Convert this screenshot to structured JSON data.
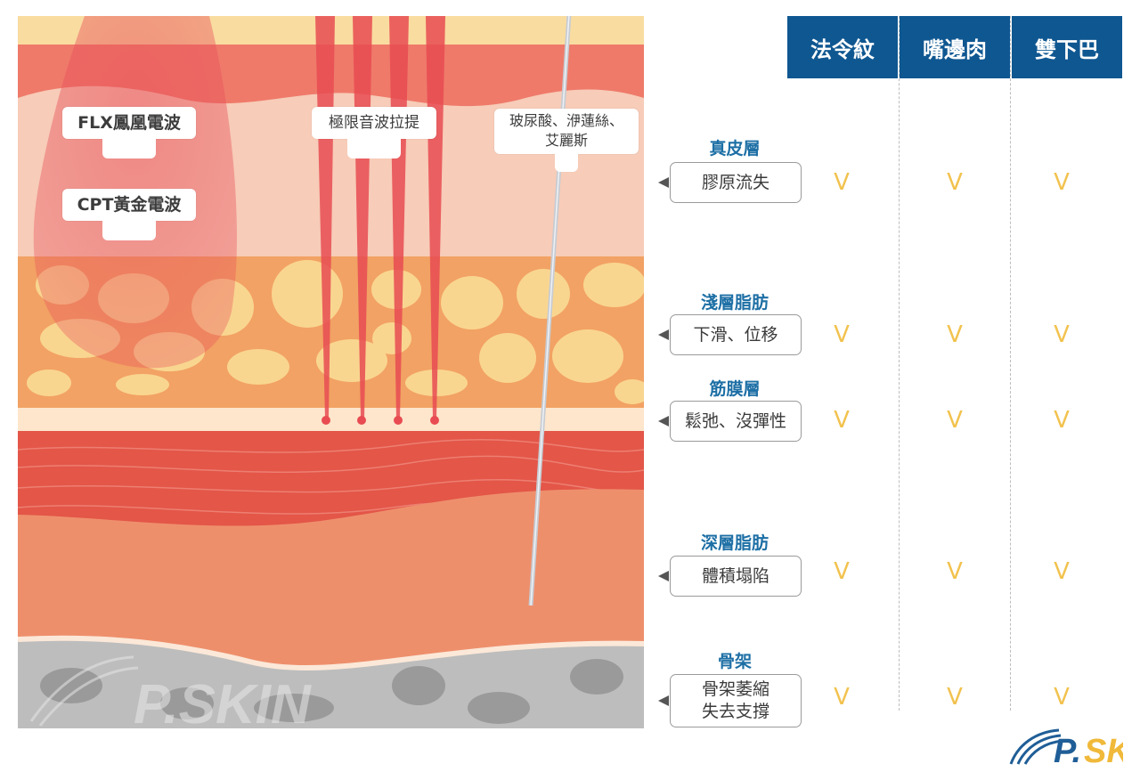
{
  "columns": [
    "法令紋",
    "嘴邊肉",
    "雙下巴"
  ],
  "treatments": {
    "flx": "FLX鳳凰電波",
    "cpt": "CPT黃金電波",
    "ultrasound": "極限音波拉提",
    "injection_line1": "玻尿酸、洢蓮絲、",
    "injection_line2": "艾麗斯"
  },
  "layers": [
    {
      "title": "真皮層",
      "problem": [
        "膠原流失"
      ],
      "checks": [
        "V",
        "V",
        "V"
      ]
    },
    {
      "title": "淺層脂肪",
      "problem": [
        "下滑、位移"
      ],
      "checks": [
        "V",
        "V",
        "V"
      ]
    },
    {
      "title": "筋膜層",
      "problem": [
        "鬆弛、沒彈性"
      ],
      "checks": [
        "V",
        "V",
        "V"
      ]
    },
    {
      "title": "深層脂肪",
      "problem": [
        "體積塌陷"
      ],
      "checks": [
        "V",
        "V",
        "V"
      ]
    },
    {
      "title": "骨架",
      "problem": [
        "骨架萎縮",
        "失去支撐"
      ],
      "checks": [
        "V",
        "V",
        "V"
      ]
    }
  ],
  "brand": {
    "logo_text": "P.SKIN",
    "watermark_text": "P.SKIN"
  },
  "colors": {
    "header": "#0f5791",
    "check": "#f2c24e",
    "layer_title": "#1d6fa5"
  }
}
